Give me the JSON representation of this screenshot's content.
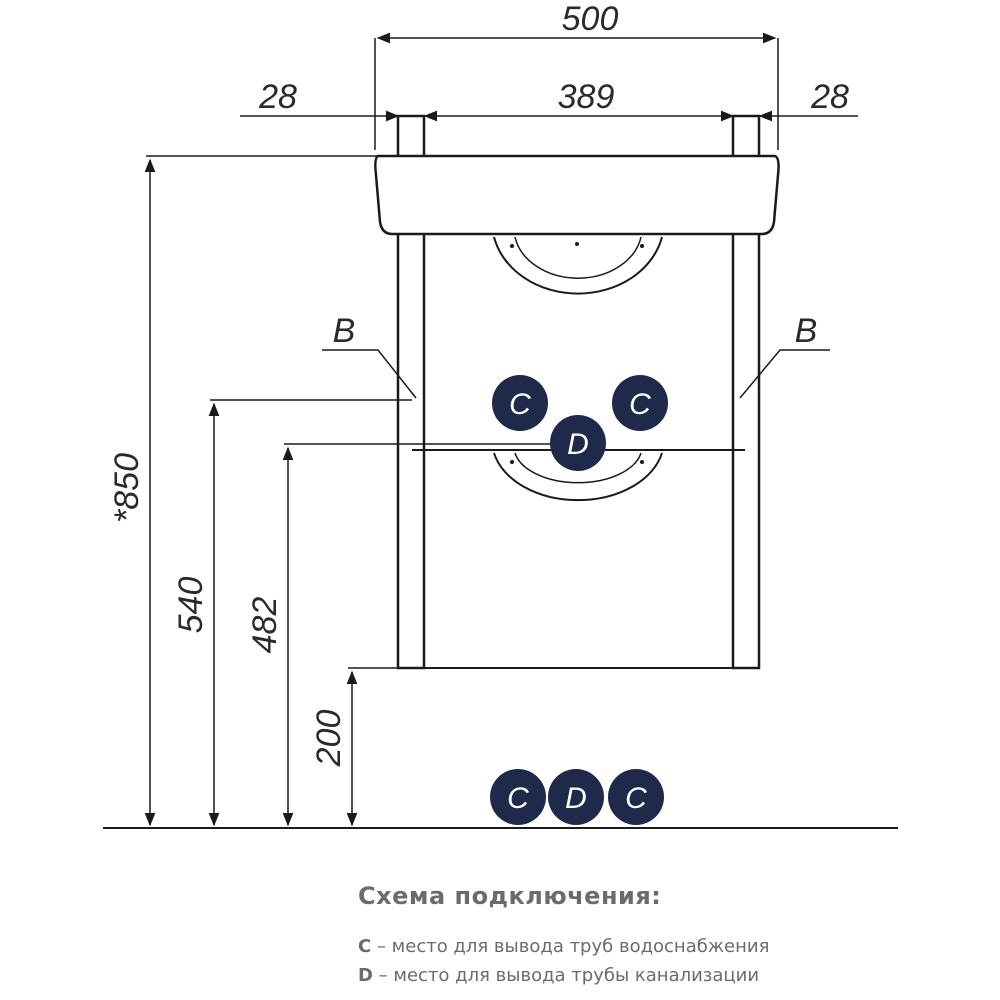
{
  "dimensions": {
    "total_width": "500",
    "left_side": "28",
    "inner_width": "389",
    "right_side": "28",
    "total_height": "*850",
    "height_540": "540",
    "height_482": "482",
    "height_200": "200"
  },
  "markers": {
    "b_left": "B",
    "b_right": "B",
    "c_upper_left": "C",
    "c_upper_right": "C",
    "d_upper": "D",
    "c_lower_left": "C",
    "d_lower": "D",
    "c_lower_right": "C"
  },
  "colors": {
    "marker_fill": "#1f2a4a",
    "line": "#1a1a1a",
    "legend_text": "#6b6b6b"
  },
  "legend": {
    "title": "Схема подключения:",
    "items": [
      {
        "key": "C",
        "text": " – место для вывода труб водоснабжения"
      },
      {
        "key": "D",
        "text": " – место для вывода трубы канализации"
      }
    ]
  }
}
